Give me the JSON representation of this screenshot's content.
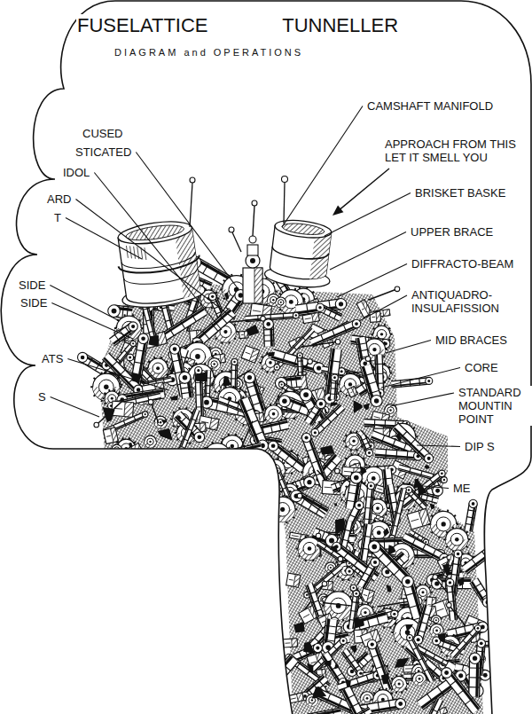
{
  "diagram": {
    "title": "FUSELATTICE TUNNELLER",
    "labels": [
      "DIAGRAM and OPERATIONS",
      "CAMSHAFT MANIFOLD",
      "APPROACH FROM THIS LET IT SMELL YOU",
      "BRISKET BASKE",
      "UPPER BRACE",
      "DIFFRACTO-BEAM",
      "ANTIQUADRO- INSULAFISSION",
      "MID BRACES",
      "CORE",
      "STANDARD MOUNTIN POINT",
      "DIP S",
      "ME",
      "CUSED",
      "STICATED",
      "IDOL",
      "ARD",
      "T",
      "SIDE",
      "SIDE",
      "ATS",
      "S"
    ]
  }
}
